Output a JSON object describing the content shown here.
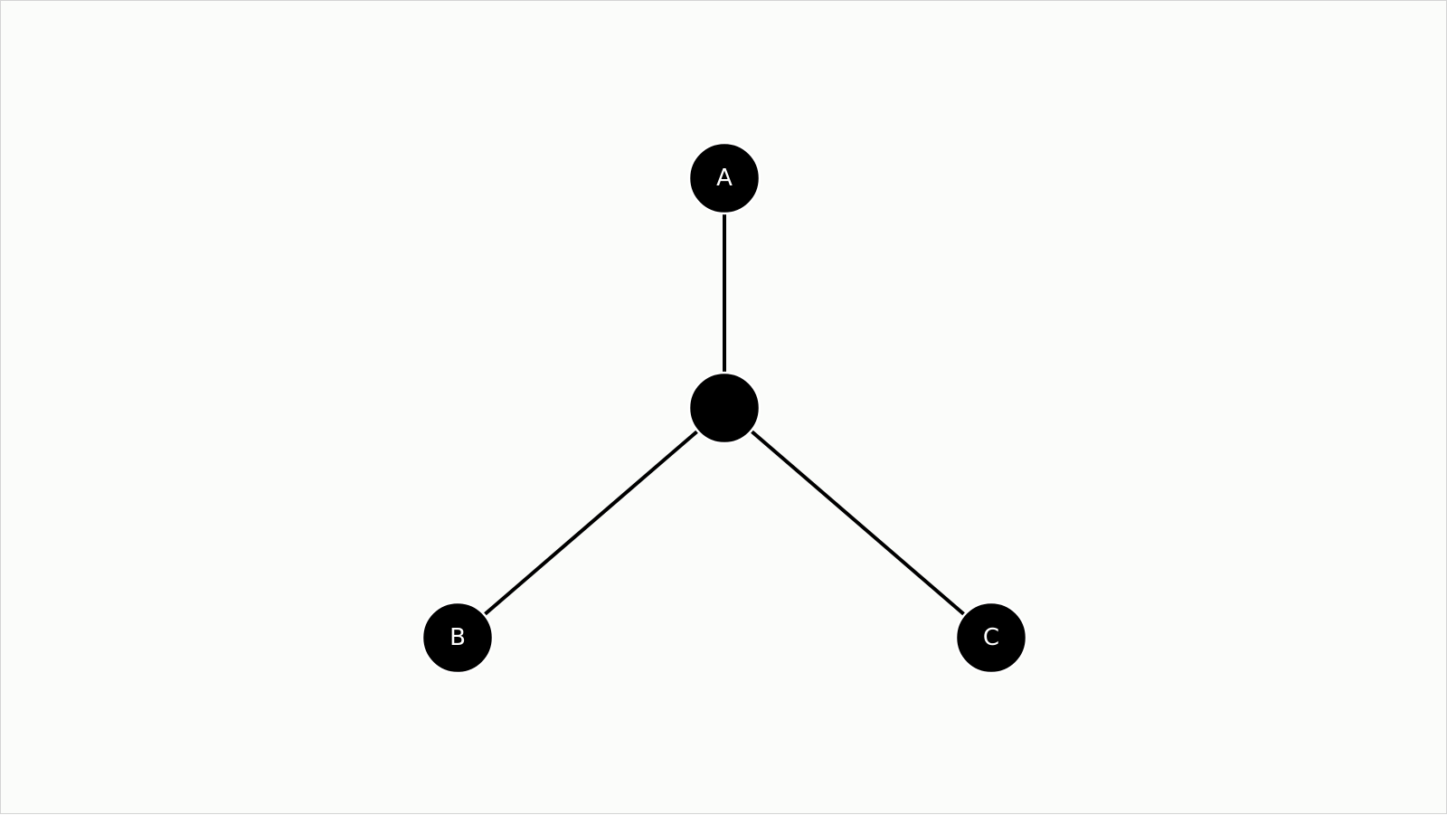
{
  "diagram": {
    "nodes": [
      {
        "id": "center",
        "label": ""
      },
      {
        "id": "a",
        "label": "A"
      },
      {
        "id": "b",
        "label": "B"
      },
      {
        "id": "c",
        "label": "C"
      }
    ],
    "edges": [
      {
        "from": "center",
        "to": "a"
      },
      {
        "from": "center",
        "to": "b"
      },
      {
        "from": "center",
        "to": "c"
      }
    ],
    "colors": {
      "background": "#fbfcfa",
      "node_fill": "#000000",
      "node_stroke": "#ffffff",
      "edge": "#000000",
      "label": "#ffffff"
    }
  }
}
